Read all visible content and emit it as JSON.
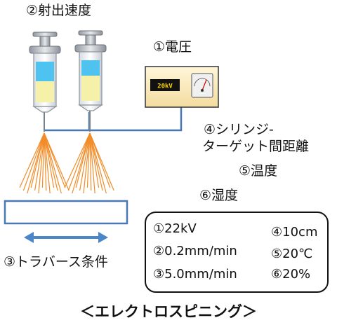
{
  "labels": {
    "injection_speed": "②射出速度",
    "voltage": "①電圧",
    "distance_line1": "④シリンジ-",
    "distance_line2": "ターゲット間距離",
    "temperature": "⑤温度",
    "humidity": "⑥湿度",
    "traverse": "③トラバース条件"
  },
  "power_supply": {
    "display": "20kV"
  },
  "conditions": {
    "voltage": "①22kV",
    "speed": "②0.2mm/min",
    "traverse": "③5.0mm/min",
    "distance": "④10cm",
    "temperature": "⑤20℃",
    "humidity": "⑥20%"
  },
  "title": "＜エレクトロスピニング＞",
  "colors": {
    "spray": "#f28c28",
    "syringe_fluid": "#f6f1a9",
    "syringe_blue": "#4fc3f0",
    "wire": "#4a78b5",
    "target_border": "#4a78b5",
    "traverse_arrow": "#4a86c8",
    "display_text": "#ffd400"
  }
}
